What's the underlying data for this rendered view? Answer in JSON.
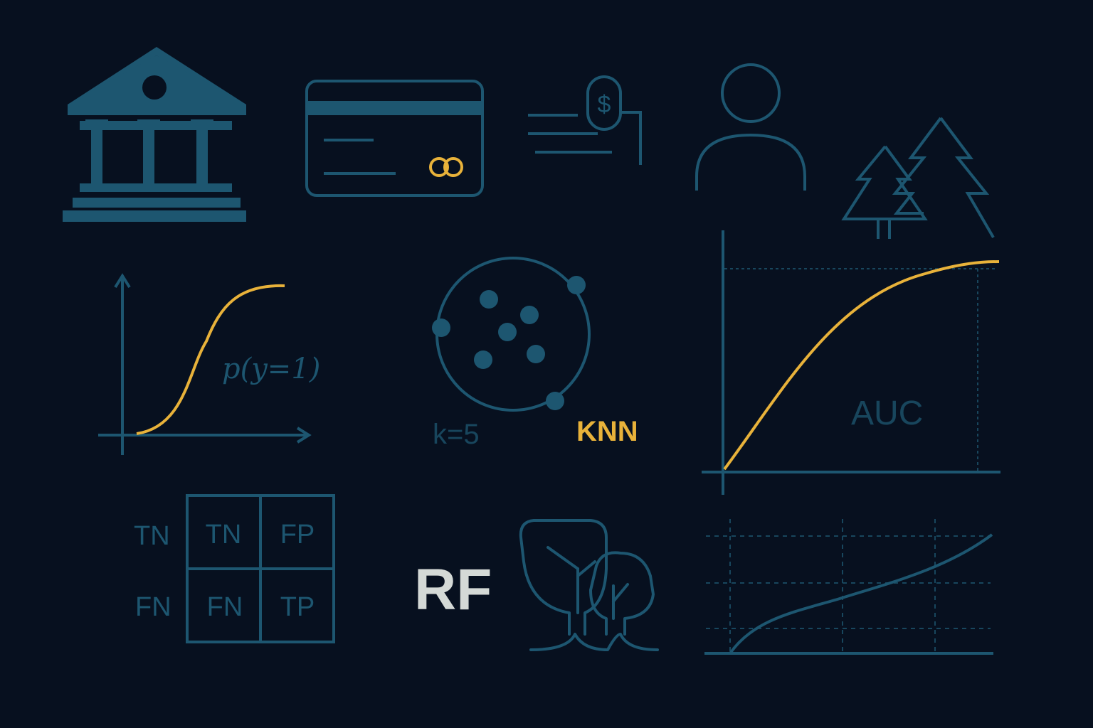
{
  "palette": {
    "background": "#07101f",
    "teal": "#1d5670",
    "teal_dark": "#18465d",
    "gold": "#e8b23a",
    "light": "#d4d9d6"
  },
  "icons": {
    "bank": "bank-icon",
    "credit_card": "credit-card-icon",
    "payment": "dollar-payment-icon",
    "user": "user-icon",
    "forest": "pine-trees-icon",
    "tree": "deciduous-trees-icon"
  },
  "sigmoid": {
    "label": "p(y=1)"
  },
  "knn": {
    "k_label": "k=5",
    "title": "KNN"
  },
  "roc": {
    "label": "AUC"
  },
  "confusion_matrix": {
    "row_labels": [
      "TN",
      "FN"
    ],
    "cells": [
      [
        "TN",
        "FP"
      ],
      [
        "FN",
        "TP"
      ]
    ]
  },
  "random_forest": {
    "label": "RF"
  }
}
